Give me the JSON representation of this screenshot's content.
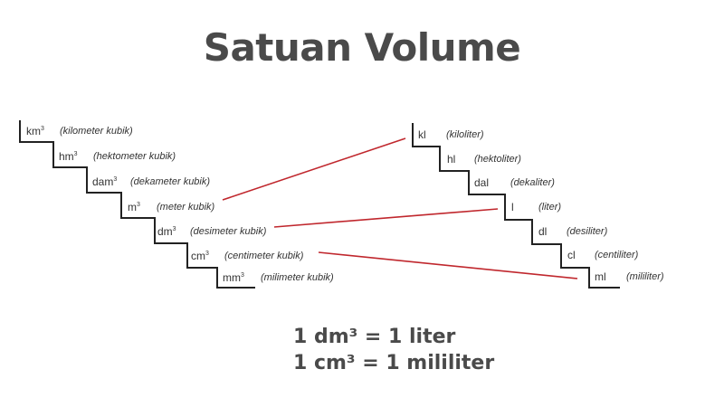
{
  "title": "Satuan Volume",
  "colors": {
    "title": "#4a4a4a",
    "stair_line": "#222222",
    "connector": "#c0272d"
  },
  "left_ladder": [
    {
      "unit": "km",
      "exp": "3",
      "name": "(kilometer kubik)"
    },
    {
      "unit": "hm",
      "exp": "3",
      "name": "(hektometer kubik)"
    },
    {
      "unit": "dam",
      "exp": "3",
      "name": "(dekameter kubik)"
    },
    {
      "unit": "m",
      "exp": "3",
      "name": "(meter kubik)"
    },
    {
      "unit": "dm",
      "exp": "3",
      "name": "(desimeter kubik)"
    },
    {
      "unit": "cm",
      "exp": "3",
      "name": "(centimeter kubik)"
    },
    {
      "unit": "mm",
      "exp": "3",
      "name": "(milimeter kubik)"
    }
  ],
  "right_ladder": [
    {
      "unit": "kl",
      "name": "(kiloliter)"
    },
    {
      "unit": "hl",
      "name": "(hektoliter)"
    },
    {
      "unit": "dal",
      "name": "(dekaliter)"
    },
    {
      "unit": "l",
      "name": "(liter)"
    },
    {
      "unit": "dl",
      "name": "(desiliter)"
    },
    {
      "unit": "cl",
      "name": "(centiliter)"
    },
    {
      "unit": "ml",
      "name": "(mililiter)"
    }
  ],
  "connections": [
    {
      "from": "m3",
      "to": "kl"
    },
    {
      "from": "dm3",
      "to": "l"
    },
    {
      "from": "cm3",
      "to": "ml"
    }
  ],
  "equations": [
    "1 dm³ = 1 liter",
    "1 cm³ = 1 mililiter"
  ]
}
